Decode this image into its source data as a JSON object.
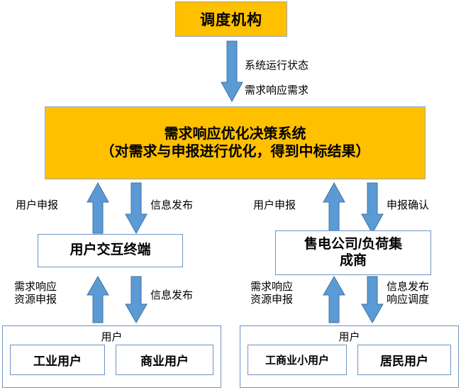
{
  "diagram": {
    "title_box": {
      "label": "调度机构"
    },
    "main_system_box": {
      "line1": "需求响应优化决策系统",
      "line2": "（对需求与申报进行优化，得到中标结果）"
    },
    "top_arrow": {
      "direction": "down",
      "label_line1": "系统运行状态",
      "label_line2": "需求响应需求"
    },
    "left_branch": {
      "up_arrow_label": "用户申报",
      "down_arrow_label": "信息发布",
      "node_label": "用户交互终端",
      "lower_up_arrow_label": "需求响应\n资源申报",
      "lower_down_arrow_label": "信息发布",
      "group": {
        "title": "用户",
        "items": [
          {
            "label": "工业用户"
          },
          {
            "label": "商业用户"
          }
        ]
      }
    },
    "right_branch": {
      "up_arrow_label": "用户申报",
      "down_arrow_label": "申报确认",
      "node_label": "售电公司/负荷集\n成商",
      "lower_up_arrow_label": "需求响应\n资源申报",
      "lower_down_arrow_label": "信息发布\n响应调度",
      "group": {
        "title": "用户",
        "items": [
          {
            "label": "工商业小用户"
          },
          {
            "label": "居民用户"
          }
        ]
      }
    },
    "colors": {
      "accent_yellow": "#FFC000",
      "arrow_blue": "#5B9BD5",
      "arrow_blue_border": "#41719C",
      "box_border_blue": "#6E94C4",
      "box_border_yellow": "#8FAADC",
      "text": "#000000",
      "background": "#FFFFFF"
    }
  }
}
